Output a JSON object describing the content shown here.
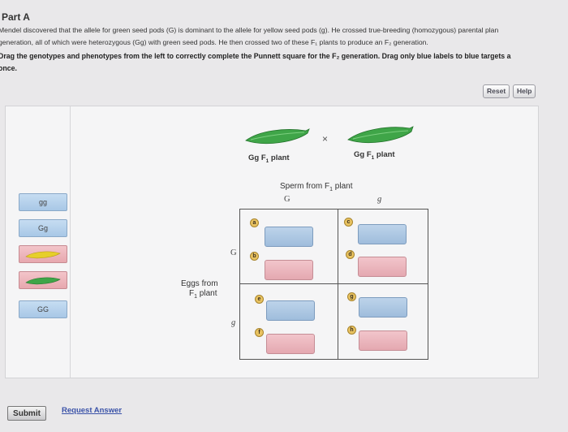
{
  "part_title": "Part A",
  "intro": {
    "line1": "Mendel discovered that the allele for green seed pods (G) is dominant to the allele for yellow seed pods (g). He crossed true-breeding (homozygous) parental plan",
    "line2": "generation, all of which were heterozygous (Gg) with green seed pods. He then crossed two of these F₁ plants to produce an F₂ generation."
  },
  "instruction": {
    "line1": "Drag the genotypes and phenotypes from the left to correctly complete the Punnett square for the F₂ generation. Drag only blue labels to blue targets a",
    "line2": "once."
  },
  "buttons": {
    "reset": "Reset",
    "help": "Help",
    "submit": "Submit",
    "request_answer": "Request Answer"
  },
  "labels": [
    {
      "text": "gg",
      "kind": "genotype"
    },
    {
      "text": "Gg",
      "kind": "genotype"
    },
    {
      "text": "",
      "kind": "yellow-pod"
    },
    {
      "text": "",
      "kind": "green-pod"
    },
    {
      "text": "GG",
      "kind": "genotype"
    }
  ],
  "colors": {
    "green_pod": "#3fa548",
    "yellow_pod": "#e6cf2a",
    "blue_target": "#a8c6e4",
    "pink_target": "#eab0b8"
  },
  "plants": {
    "left_main": "Gg F",
    "left_sub": "1",
    "left_suffix": " plant",
    "right_main": "Gg F",
    "right_sub": "1",
    "right_suffix": " plant",
    "times": "×"
  },
  "sperm": {
    "main": "Sperm from F",
    "sub": "1",
    "suffix": " plant",
    "allele1": "G",
    "allele2": "g"
  },
  "eggs": {
    "line1": "Eggs from",
    "line2_main": "F",
    "line2_sub": "1",
    "line2_suffix": " plant",
    "allele1": "G",
    "allele2": "g"
  },
  "markers": [
    "a",
    "b",
    "c",
    "d",
    "e",
    "f",
    "g",
    "h"
  ]
}
